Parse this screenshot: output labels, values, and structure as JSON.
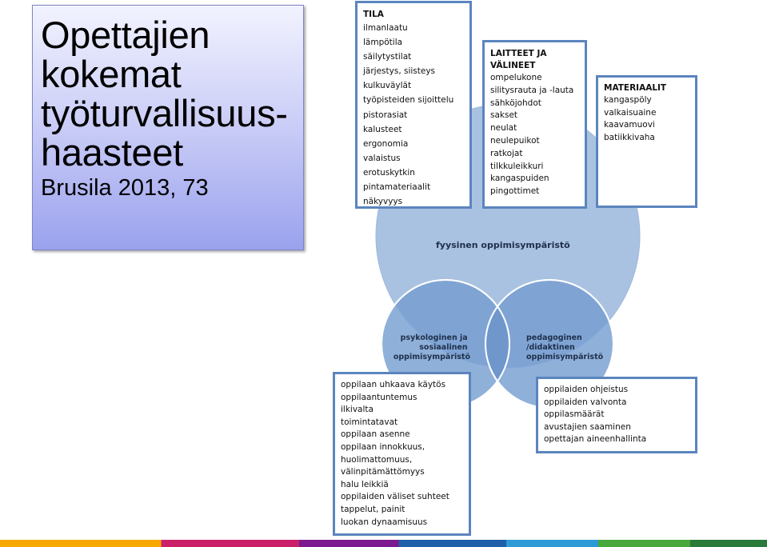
{
  "title": {
    "lines": [
      "Opettajien",
      "kokemat",
      "työturvallisuus-",
      "haasteet"
    ],
    "subtitle": "Brusila 2013, 73"
  },
  "diagram": {
    "circles": {
      "physical": "fyysinen oppimisympäristö",
      "psychological": [
        "psykologinen ja",
        "sosiaalinen",
        "oppimisympäristö"
      ],
      "pedagogical": [
        "pedagoginen",
        "/didaktinen",
        "oppimisympäristö"
      ]
    },
    "boxes": {
      "tila": {
        "header": "TILA",
        "items": [
          "ilmanlaatu",
          "lämpötila",
          "säilytystilat",
          "järjestys, siisteys",
          "kulkuväylät",
          "työpisteiden sijoittelu",
          "pistorasiat",
          "kalusteet",
          "ergonomia",
          "valaistus",
          "erotuskytkin",
          "pintamateriaalit",
          "näkyvyys"
        ]
      },
      "laitteet": {
        "header": [
          "LAITTEET JA",
          "VÄLINEET"
        ],
        "items": [
          "ompelukone",
          "silitysrauta ja -lauta",
          "sähköjohdot",
          "sakset",
          "neulat",
          "neulepuikot",
          "ratkojat",
          "tilkkuleikkuri",
          "kangaspuiden",
          "pingottimet"
        ]
      },
      "materiaalit": {
        "header": "MATERIAALIT",
        "items": [
          "kangaspöly",
          "valkaisuaine",
          "kaavamuovi",
          "batiikkivaha"
        ]
      },
      "psyk": {
        "items": [
          "oppilaan uhkaava käytös",
          "oppilaantuntemus",
          "ilkivalta",
          "toimintatavat",
          "oppilaan asenne",
          "oppilaan innokkuus,",
          "huolimattomuus,",
          "välinpitämättömyys",
          "halu leikkiä",
          "oppilaiden väliset suhteet",
          "tappelut, painit",
          "luokan dynaamisuus"
        ]
      },
      "ped": {
        "items": [
          "oppilaiden ohjeistus",
          "oppilaiden valvonta",
          "oppilasmäärät",
          "avustajien saaminen",
          "opettajan aineenhallinta"
        ]
      }
    },
    "colors": {
      "circle_big": "#aac2e1",
      "circle_small": "#8fb0d9",
      "overlap": "#6f97cc",
      "box_border": "#5b85be"
    }
  }
}
